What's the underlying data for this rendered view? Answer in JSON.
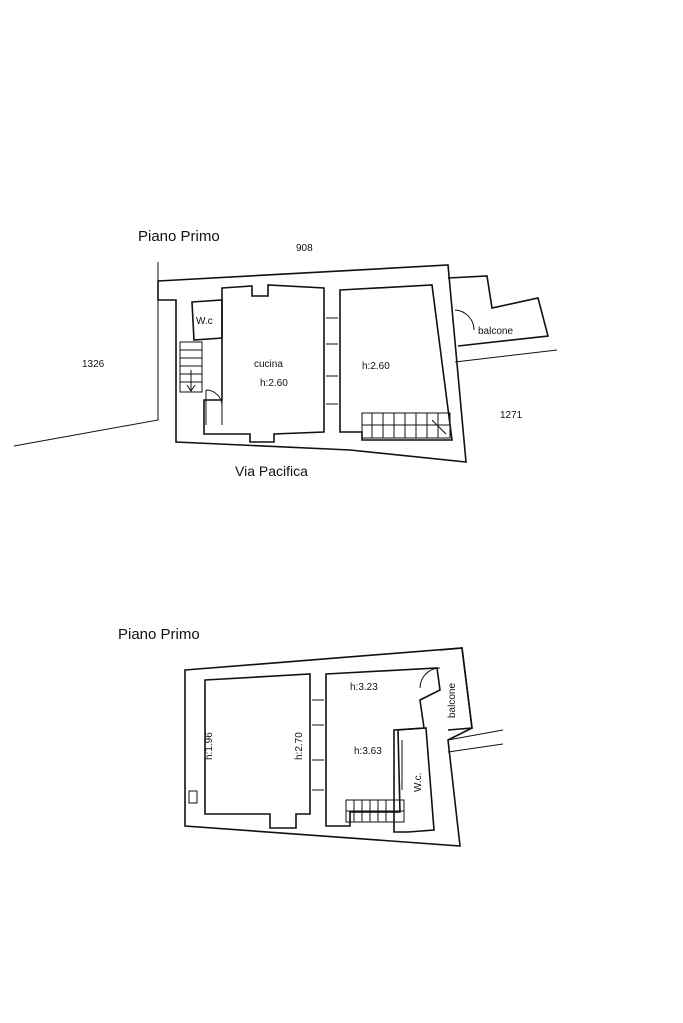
{
  "plan_top": {
    "title": "Piano Primo",
    "street": "Via Pacifica",
    "neighbors": {
      "north": "908",
      "west": "1326",
      "east": "1271"
    },
    "rooms": {
      "wc": "W.c",
      "kitchen": "cucina",
      "kitchen_height": "h:2.60",
      "room_height": "h:2.60",
      "balcony": "balcone"
    }
  },
  "plan_bottom": {
    "title": "Piano Primo",
    "rooms": {
      "left_height": "h:1.96",
      "middle_height": "h:2.70",
      "right_upper_height": "h:3.23",
      "right_lower_height": "h:3.63",
      "wc": "W.c.",
      "balcony": "balcone"
    }
  }
}
